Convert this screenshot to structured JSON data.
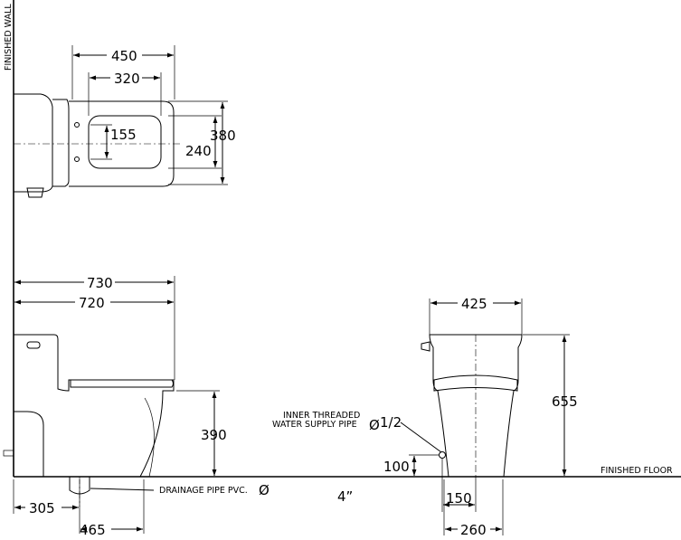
{
  "labels": {
    "finished_wall": "FINISHED WALL",
    "finished_floor": "FINISHED FLOOR",
    "inner_threaded_line1": "INNER THREADED",
    "inner_threaded_line2": "WATER SUPPLY PIPE",
    "diameter_symbol": "Ø",
    "supply_size": "1/2",
    "drainage_pipe": "DRAINAGE PIPE PVC.",
    "drainage_size": "4”"
  },
  "top_view": {
    "dim_450": "450",
    "dim_320": "320",
    "dim_155": "155",
    "dim_240": "240",
    "dim_380": "380"
  },
  "side_view": {
    "dim_730": "730",
    "dim_720": "720",
    "dim_390": "390",
    "dim_305": "305",
    "dim_465": "465"
  },
  "front_view": {
    "dim_425": "425",
    "dim_655": "655",
    "dim_100": "100",
    "dim_150": "150",
    "dim_260": "260"
  }
}
